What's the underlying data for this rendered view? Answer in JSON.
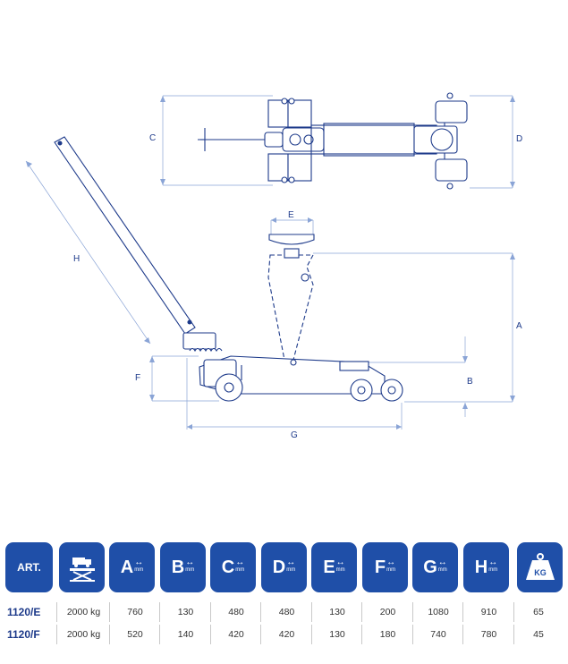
{
  "diagram": {
    "dimension_labels": {
      "A": "A",
      "B": "B",
      "C": "C",
      "D": "D",
      "E": "E",
      "F": "F",
      "G": "G",
      "H": "H"
    }
  },
  "table": {
    "header_art": "ART.",
    "dimension_headers": [
      {
        "letter": "A",
        "unit": "mm"
      },
      {
        "letter": "B",
        "unit": "mm"
      },
      {
        "letter": "C",
        "unit": "mm"
      },
      {
        "letter": "D",
        "unit": "mm"
      },
      {
        "letter": "E",
        "unit": "mm"
      },
      {
        "letter": "F",
        "unit": "mm"
      },
      {
        "letter": "G",
        "unit": "mm"
      },
      {
        "letter": "H",
        "unit": "mm"
      }
    ],
    "weight_label": "KG",
    "icons": [
      "lift-truck-icon",
      "weight-icon"
    ],
    "rows": [
      {
        "code": "1120/E",
        "cells": [
          "2000 kg",
          "760",
          "130",
          "480",
          "480",
          "130",
          "200",
          "1080",
          "910",
          "65"
        ]
      },
      {
        "code": "1120/F",
        "cells": [
          "2000 kg",
          "520",
          "140",
          "420",
          "420",
          "130",
          "180",
          "740",
          "780",
          "45"
        ]
      }
    ]
  },
  "colors": {
    "brand": "#1f4fa8",
    "line": "#1d3a8a",
    "dim_line": "#7d9bd0"
  }
}
